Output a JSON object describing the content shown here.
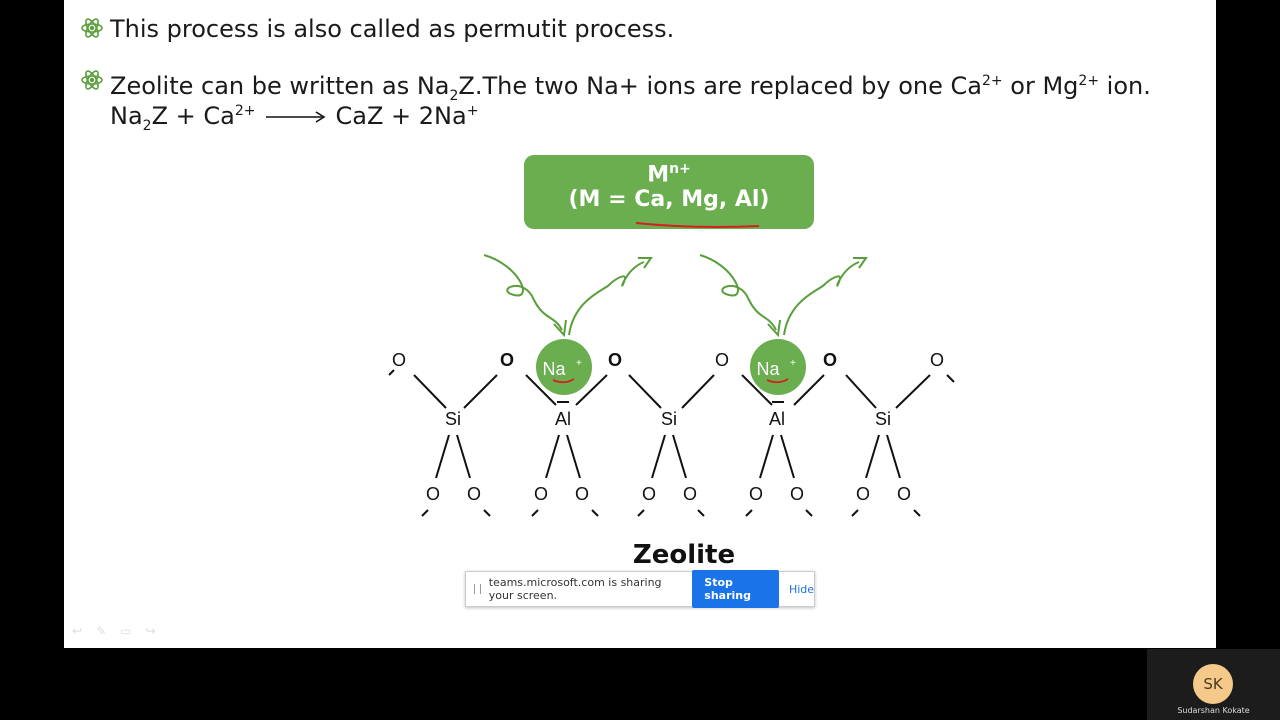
{
  "slide": {
    "bullet1": "This process is also called as permutit process.",
    "bullet2": {
      "part1": "Zeolite can be written as Na",
      "sub1": "2",
      "part2": "Z.The two Na+ ions are replaced by one Ca",
      "sup1": "2+",
      "part3": " or Mg",
      "sup2": "2+",
      "part4": " ion."
    },
    "equation": {
      "lhs_a": "Na",
      "lhs_sub": "2",
      "lhs_b": "Z + Ca",
      "lhs_sup": "2+",
      "rhs_a": "CaZ + 2Na",
      "rhs_sup": "+"
    },
    "metal_box": {
      "line1": "M",
      "line1_sup": "n+",
      "line2": "(M = Ca, Mg, Al)"
    },
    "structure": {
      "atoms_top": [
        "O",
        "O",
        "O",
        "O",
        "O",
        "O"
      ],
      "centers": [
        "Si",
        "Al",
        "Si",
        "Al",
        "Si"
      ],
      "ion": "Na",
      "ion_sup": "+",
      "bottom_o": "O"
    },
    "caption": "Zeolite"
  },
  "share_bar": {
    "message": "teams.microsoft.com is sharing your screen.",
    "stop": "Stop sharing",
    "hide": "Hide"
  },
  "participant": {
    "initials": "SK",
    "name": "Sudarshan Kokate"
  },
  "colors": {
    "accent_green": "#6aae50",
    "share_blue": "#1a73e8"
  }
}
